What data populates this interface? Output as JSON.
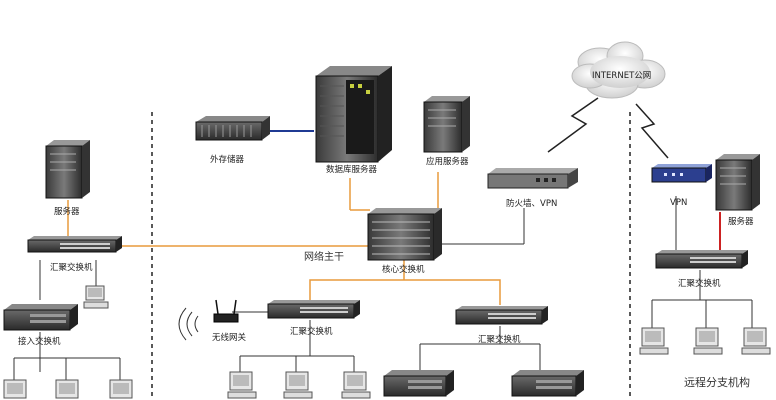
{
  "labels": {
    "internet": "INTERNET公网",
    "storage": "外存储器",
    "db_server": "数据库服务器",
    "app_server": "应用服务器",
    "firewall": "防火墙、VPN",
    "vpn": "VPN",
    "remote_server": "服务器",
    "left_server": "服务器",
    "backbone": "网络主干",
    "core_switch": "核心交换机",
    "agg_left": "汇聚交换机",
    "agg_remote": "汇聚交换机",
    "agg_mid": "汇聚交换机",
    "agg_mid2": "汇聚交换机",
    "access_switch": "接入交换机",
    "wireless_gw": "无线网关",
    "remote_branch": "远程分支机构"
  },
  "colors": {
    "backbone_line": "#e89a3c",
    "storage_link": "#1f3a93",
    "remote_server_link": "#cc2222",
    "wire": "#333333"
  }
}
